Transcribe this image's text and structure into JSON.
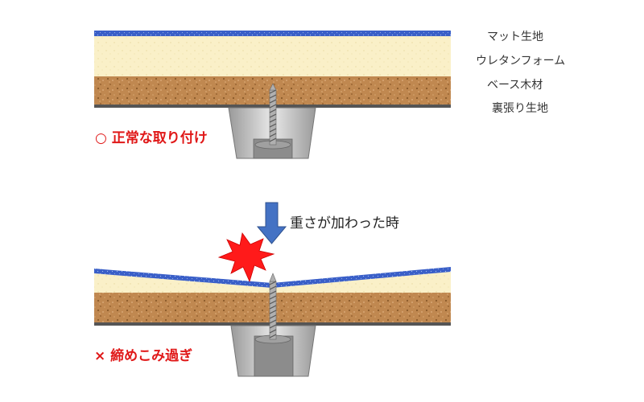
{
  "layers": {
    "mat": "マット生地",
    "urethane": "ウレタンフォーム",
    "base": "ベース木材",
    "backing": "裏張り生地"
  },
  "status": {
    "correct": "○ 正常な取り付け",
    "wrong": "× 締めこみ過ぎ"
  },
  "caption": "重さが加わった時",
  "colors": {
    "mat": "#3a5fc8",
    "urethane": "#faf0c8",
    "base": "#c08850",
    "backing": "#555555",
    "arrow": "#4472c4",
    "burst": "#ff1a1a",
    "status_text": "#e01818"
  }
}
